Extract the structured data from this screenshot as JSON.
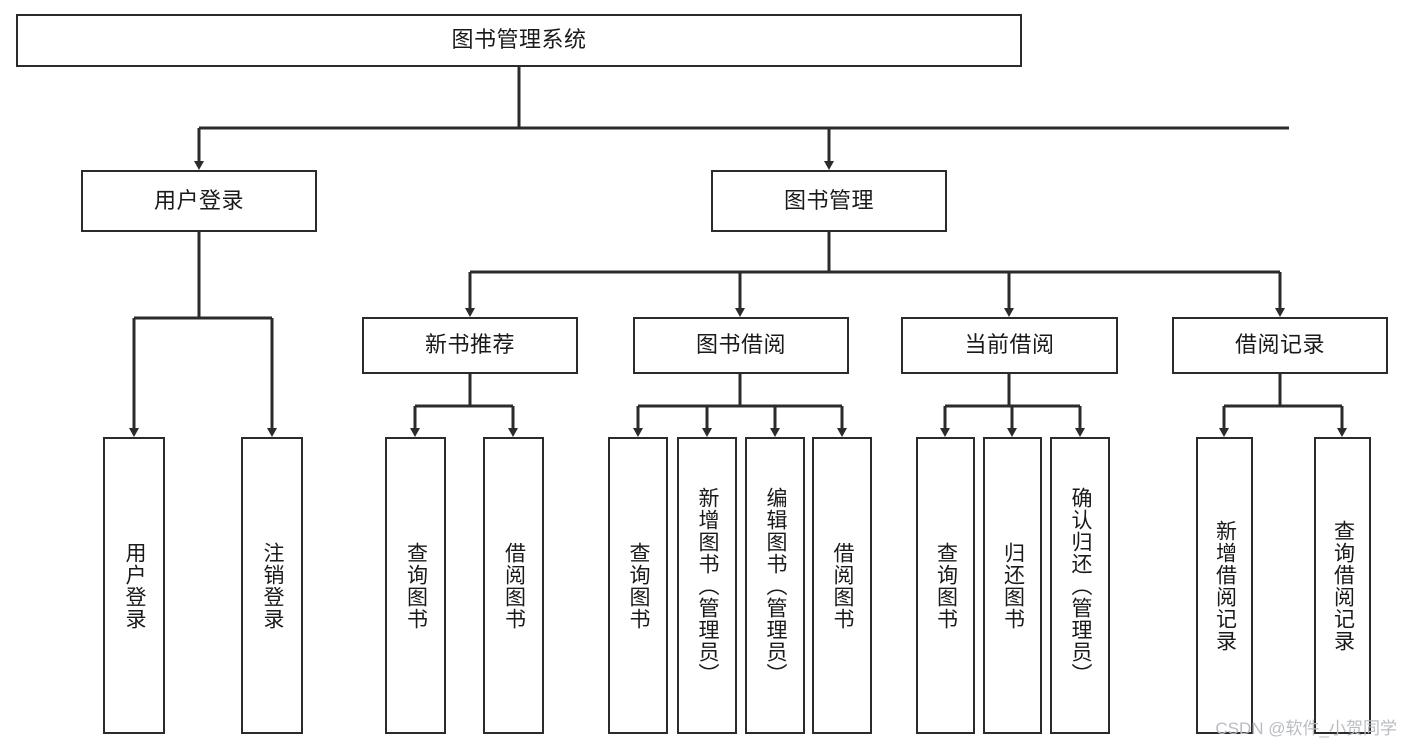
{
  "diagram": {
    "title": "图书管理系统",
    "type": "hierarchy-tree",
    "watermark": "CSDN @软件_小贺同学",
    "nodes": {
      "root": {
        "label": "图书管理系统",
        "level": 1,
        "orientation": "horizontal"
      },
      "user_login": {
        "label": "用户登录",
        "level": 2,
        "orientation": "horizontal"
      },
      "book_manage": {
        "label": "图书管理",
        "level": 2,
        "orientation": "horizontal"
      },
      "new_book_rec": {
        "label": "新书推荐",
        "level": 3,
        "orientation": "horizontal"
      },
      "book_borrow": {
        "label": "图书借阅",
        "level": 3,
        "orientation": "horizontal"
      },
      "current_borrow": {
        "label": "当前借阅",
        "level": 3,
        "orientation": "horizontal"
      },
      "borrow_record": {
        "label": "借阅记录",
        "level": 3,
        "orientation": "horizontal"
      },
      "leaf_user_login": {
        "label": "用户登录",
        "level": 3,
        "orientation": "vertical"
      },
      "leaf_logout": {
        "label": "注销登录",
        "level": 3,
        "orientation": "vertical"
      },
      "leaf_query_book_1": {
        "label": "查询图书",
        "level": 4,
        "orientation": "vertical"
      },
      "leaf_borrow_book_1": {
        "label": "借阅图书",
        "level": 4,
        "orientation": "vertical"
      },
      "leaf_query_book_2": {
        "label": "查询图书",
        "level": 4,
        "orientation": "vertical"
      },
      "leaf_add_book": {
        "label": "新增图书（管理员）",
        "level": 4,
        "orientation": "vertical"
      },
      "leaf_edit_book": {
        "label": "编辑图书（管理员）",
        "level": 4,
        "orientation": "vertical"
      },
      "leaf_borrow_book_2": {
        "label": "借阅图书",
        "level": 4,
        "orientation": "vertical"
      },
      "leaf_query_book_3": {
        "label": "查询图书",
        "level": 4,
        "orientation": "vertical"
      },
      "leaf_return_book": {
        "label": "归还图书",
        "level": 4,
        "orientation": "vertical"
      },
      "leaf_confirm_return": {
        "label": "确认归还（管理员）",
        "level": 4,
        "orientation": "vertical"
      },
      "leaf_add_record": {
        "label": "新增借阅记录",
        "level": 4,
        "orientation": "vertical"
      },
      "leaf_query_record": {
        "label": "查询借阅记录",
        "level": 4,
        "orientation": "vertical"
      }
    },
    "edges": [
      {
        "from": "root",
        "to": "user_login"
      },
      {
        "from": "root",
        "to": "book_manage"
      },
      {
        "from": "user_login",
        "to": "leaf_user_login"
      },
      {
        "from": "user_login",
        "to": "leaf_logout"
      },
      {
        "from": "book_manage",
        "to": "new_book_rec"
      },
      {
        "from": "book_manage",
        "to": "book_borrow"
      },
      {
        "from": "book_manage",
        "to": "current_borrow"
      },
      {
        "from": "book_manage",
        "to": "borrow_record"
      },
      {
        "from": "new_book_rec",
        "to": "leaf_query_book_1"
      },
      {
        "from": "new_book_rec",
        "to": "leaf_borrow_book_1"
      },
      {
        "from": "book_borrow",
        "to": "leaf_query_book_2"
      },
      {
        "from": "book_borrow",
        "to": "leaf_add_book"
      },
      {
        "from": "book_borrow",
        "to": "leaf_edit_book"
      },
      {
        "from": "book_borrow",
        "to": "leaf_borrow_book_2"
      },
      {
        "from": "current_borrow",
        "to": "leaf_query_book_3"
      },
      {
        "from": "current_borrow",
        "to": "leaf_return_book"
      },
      {
        "from": "current_borrow",
        "to": "leaf_confirm_return"
      },
      {
        "from": "borrow_record",
        "to": "leaf_add_record"
      },
      {
        "from": "borrow_record",
        "to": "leaf_query_record"
      }
    ],
    "colors": {
      "stroke": "#2b2b2b",
      "fill": "#ffffff",
      "text": "#1a1a1a",
      "watermark": "#b9bcc2"
    }
  }
}
